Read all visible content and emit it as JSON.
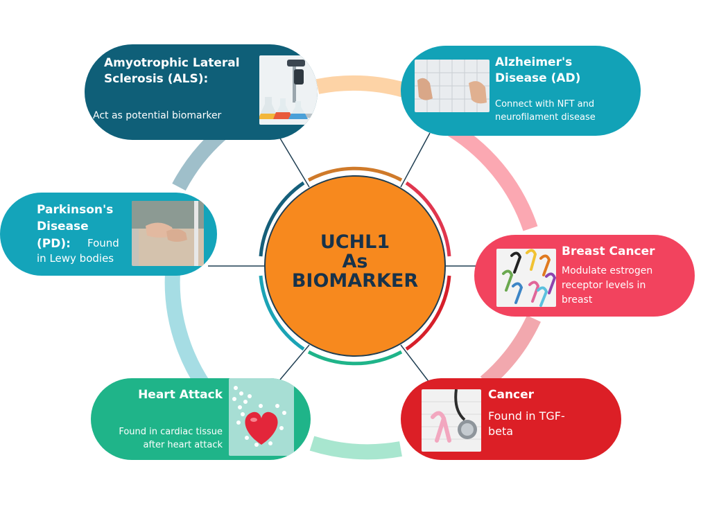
{
  "center": {
    "lines": [
      "UCHL1",
      "As",
      "BIOMARKER"
    ]
  },
  "nodes": {
    "als": {
      "title": "Amyotrophic Lateral Sclerosis (ALS):",
      "desc": "Act as potential biomarker"
    },
    "ad": {
      "title": "Alzheimer's Disease (AD)",
      "desc": "Connect with NFT and neurofilament disease"
    },
    "pd": {
      "title_line1": "Parkinson's",
      "title_line2": "Disease",
      "title_prefix": "(PD):",
      "desc_a": "Found",
      "desc_b": "in Lewy bodies"
    },
    "bc": {
      "title": "Breast Cancer",
      "desc": "Modulate estrogen receptor levels in breast"
    },
    "ha": {
      "title": "Heart Attack",
      "desc": "Found in cardiac tissue after heart attack"
    },
    "ca": {
      "title": "Cancer",
      "desc": "Found in TGF-beta"
    }
  },
  "colors": {
    "als": "#0f5f78",
    "ad": "#12a2b7",
    "pd": "#14a4ba",
    "bc": "#f2435e",
    "ha": "#1fb489",
    "ca": "#dc1f26",
    "center_fill": "#f7891e",
    "center_text": "#17324a"
  },
  "icons": [
    "lab-flasks-photo",
    "puzzle-hands-photo",
    "elderly-hands-photo",
    "awareness-ribbons-photo",
    "heart-pills-photo",
    "ribbon-stethoscope-photo"
  ]
}
